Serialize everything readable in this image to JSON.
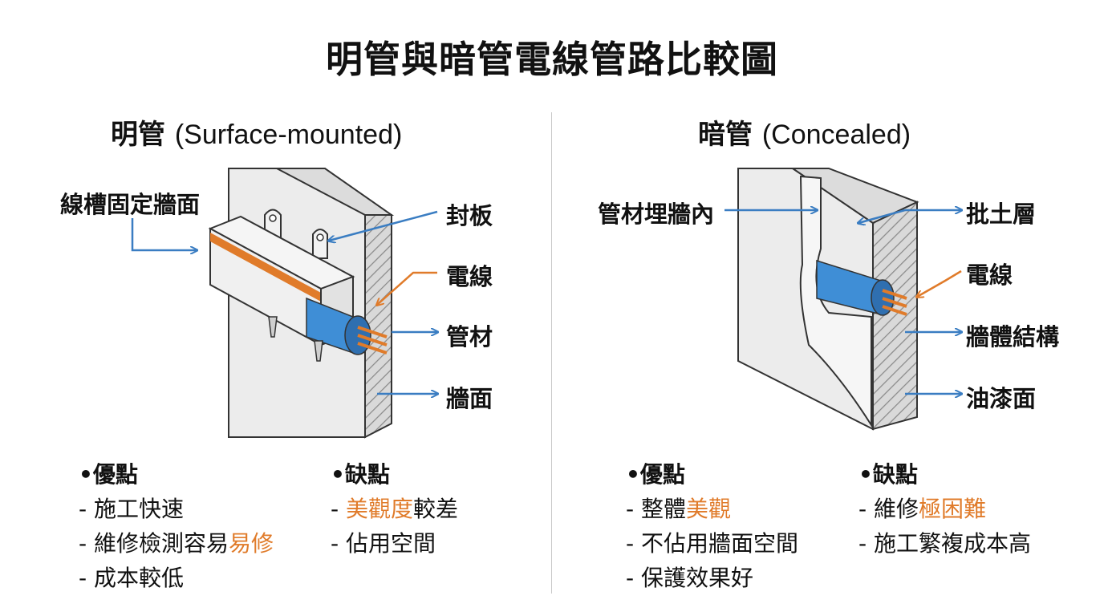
{
  "title": "明管與暗管電線管路比較圖",
  "surface": {
    "heading_cn": "明管",
    "heading_en": "(Surface-mounted)",
    "callouts": {
      "fix_wall": "線槽固定牆面",
      "cover": "封板",
      "wire": "電線",
      "pipe": "管材",
      "wall": "牆面"
    },
    "pros": {
      "header": "•優點",
      "items": [
        {
          "text": "- 施工快速",
          "highlight": ""
        },
        {
          "text": "- 維修檢測容易",
          "highlight": "易修"
        },
        {
          "text": "- 成本較低",
          "highlight": ""
        }
      ]
    },
    "cons": {
      "header": "•缺點",
      "items": [
        {
          "prefix": "- ",
          "highlight": "美觀度",
          "suffix": "較差"
        },
        {
          "prefix": "- 佔用空間",
          "highlight": "",
          "suffix": ""
        }
      ]
    }
  },
  "concealed": {
    "heading_cn": "暗管",
    "heading_en": "(Concealed)",
    "callouts": {
      "embedded": "管材埋牆內",
      "putty": "批土層",
      "wire": "電線",
      "structure": "牆體結構",
      "paint": "油漆面"
    },
    "pros": {
      "header": "•優點",
      "items": [
        {
          "prefix": "- 整體",
          "highlight": "美觀",
          "suffix": ""
        },
        {
          "prefix": "- 不佔用牆面空間",
          "highlight": "",
          "suffix": ""
        },
        {
          "prefix": "- 保護效果好",
          "highlight": "",
          "suffix": ""
        }
      ]
    },
    "cons": {
      "header": "•缺點",
      "items": [
        {
          "prefix": "- 維修",
          "highlight": "極困難",
          "suffix": ""
        },
        {
          "prefix": "- 施工繁複成本高",
          "highlight": "",
          "suffix": ""
        }
      ]
    }
  },
  "colors": {
    "arrow_blue": "#3a7dc2",
    "wire_orange": "#e07b2a",
    "pipe_blue": "#3f8ed6",
    "wall_gray": "#e6e6e6"
  }
}
